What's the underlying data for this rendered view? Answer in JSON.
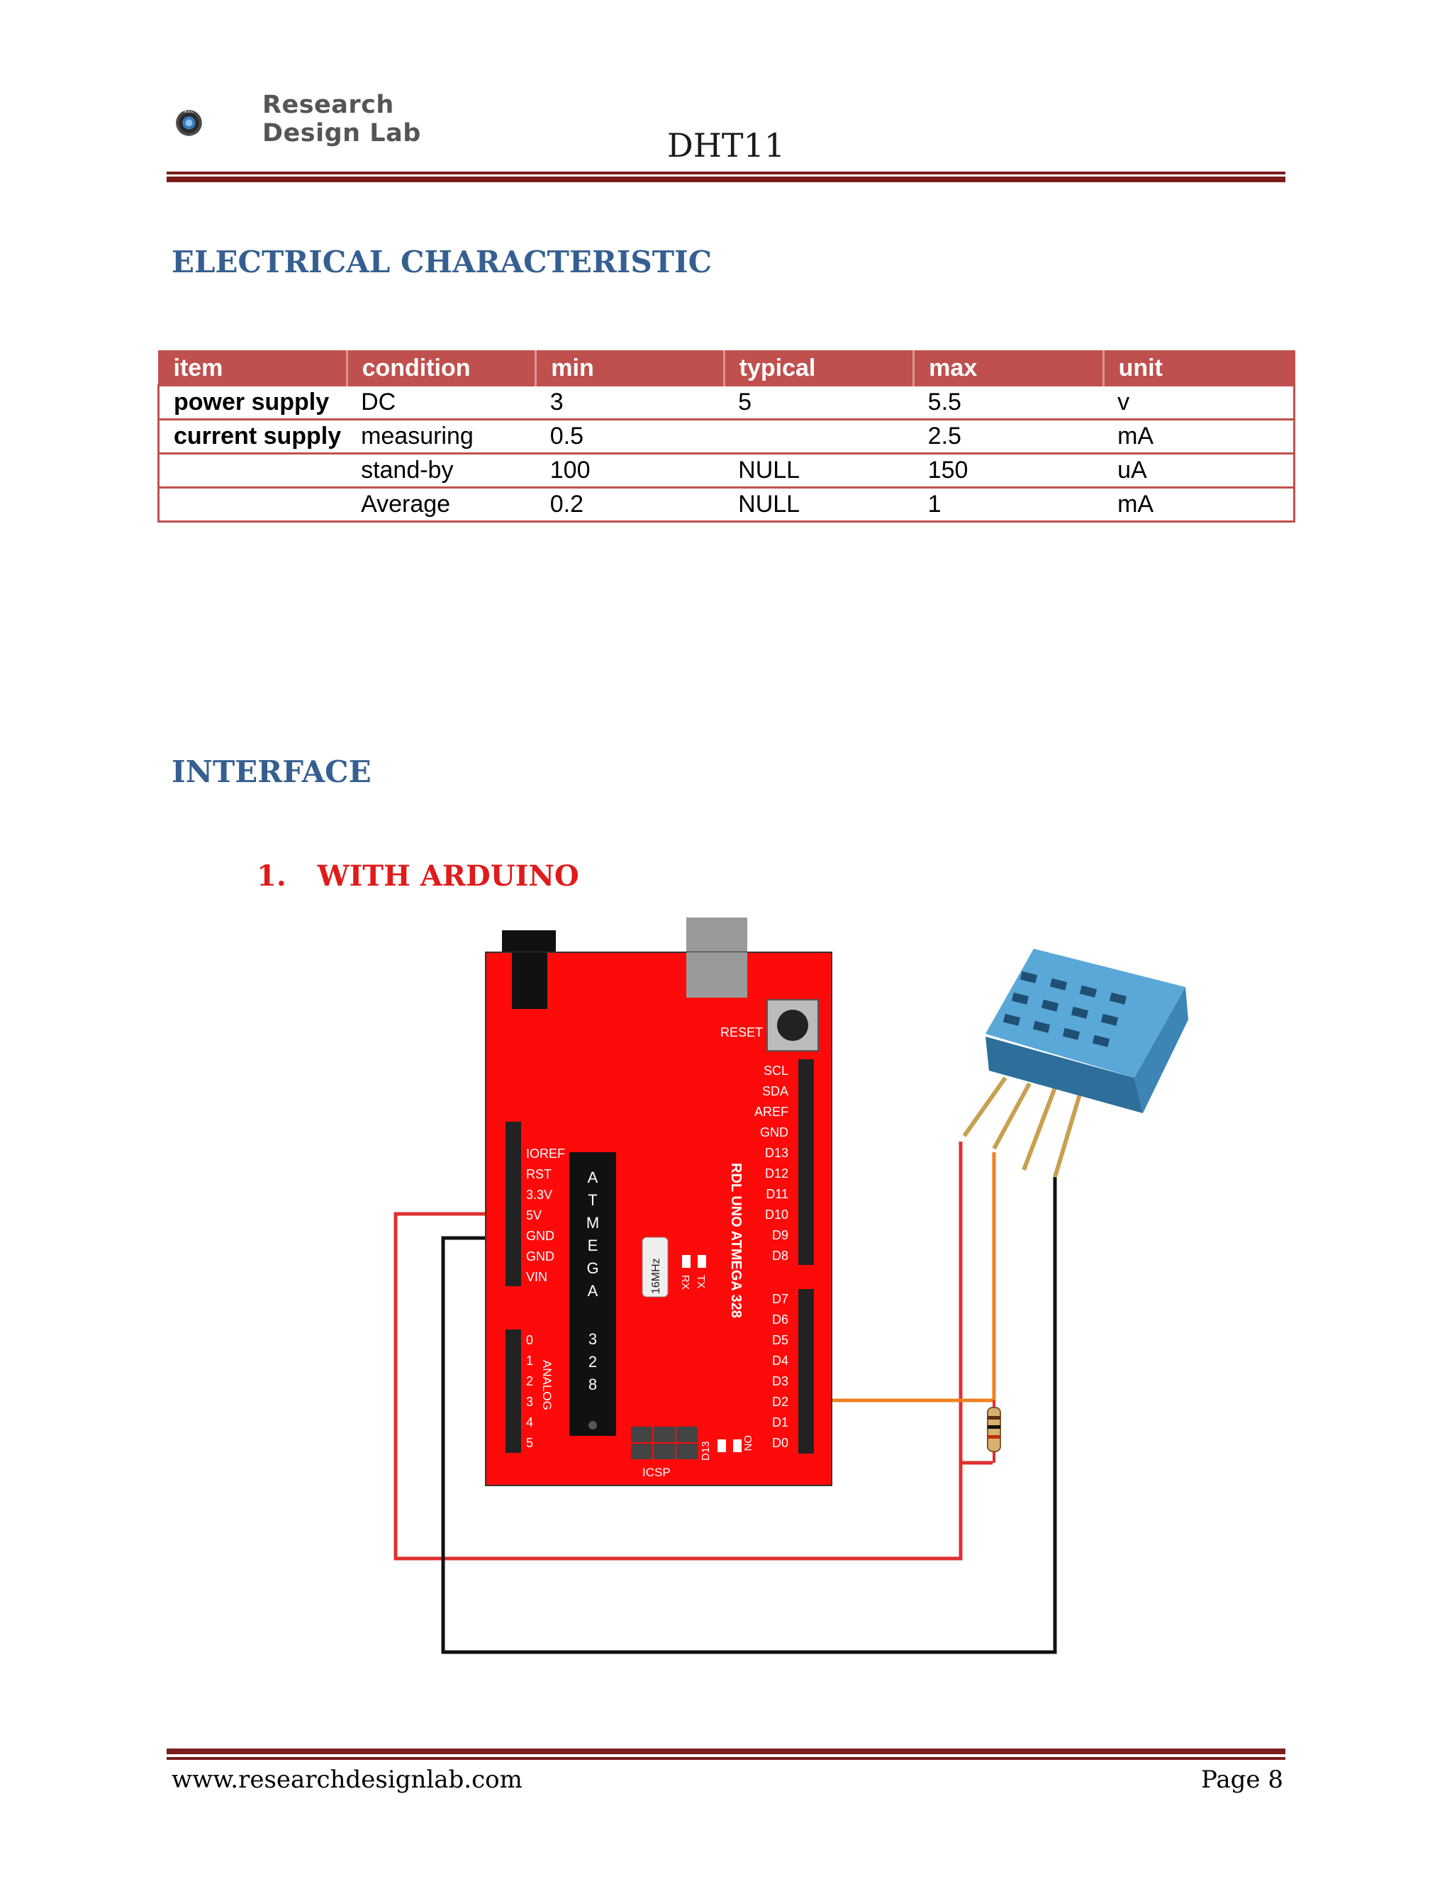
{
  "header": {
    "logo_line1": "Research",
    "logo_line2": "Design Lab",
    "logo_ring_text": "R D L",
    "title": "DHT11"
  },
  "section_electrical": {
    "heading": "ELECTRICAL CHARACTERISTIC"
  },
  "table": {
    "columns": [
      "item",
      "condition",
      "min",
      "typical",
      "max",
      "unit"
    ],
    "rows": [
      {
        "item": "power supply",
        "condition": "DC",
        "min": "3",
        "typical": "5",
        "max": "5.5",
        "unit": "v"
      },
      {
        "item": "current supply",
        "condition": "measuring",
        "min": "0.5",
        "typical": "",
        "max": "2.5",
        "unit": "mA"
      },
      {
        "item": "",
        "condition": "stand-by",
        "min": "100",
        "typical": "NULL",
        "max": "150",
        "unit": "uA"
      },
      {
        "item": "",
        "condition": "Average",
        "min": "0.2",
        "typical": "NULL",
        "max": "1",
        "unit": "mA"
      }
    ]
  },
  "section_interface": {
    "heading": "INTERFACE"
  },
  "subsection": {
    "number": "1.",
    "heading": "WITH ARDUINO"
  },
  "diagram": {
    "board_label": "RDL UNO ATMEGA 328",
    "chip_label": [
      "A",
      "T",
      "M",
      "E",
      "G",
      "A",
      "",
      "3",
      "2",
      "8"
    ],
    "crystal_label": "16MHz",
    "reset_label": "RESET",
    "icsp_label": "ICSP",
    "analog_label": "ANALOG",
    "rx_label": "RX",
    "tx_label": "TX",
    "d13_led_label": "D13",
    "on_label": "ON",
    "right_pins_top": [
      "SCL",
      "SDA",
      "AREF",
      "GND",
      "D13",
      "D12",
      "D11",
      "D10",
      "D9",
      "D8"
    ],
    "right_pins_bottom": [
      "D7",
      "D6",
      "D5",
      "D4",
      "D3",
      "D2",
      "D1",
      "D0"
    ],
    "power_pins": [
      "IOREF",
      "RST",
      "3.3V",
      "5V",
      "GND",
      "GND",
      "VIN"
    ],
    "analog_pins": [
      "0",
      "1",
      "2",
      "3",
      "4",
      "5"
    ],
    "colors": {
      "board": "#ff0a0a",
      "power_wire": "#e03030",
      "ground_wire": "#111111",
      "data_wire": "#f08020",
      "sensor": "#5aa8d8"
    }
  },
  "footer": {
    "url": "www.researchdesignlab.com",
    "page": "Page 8"
  }
}
